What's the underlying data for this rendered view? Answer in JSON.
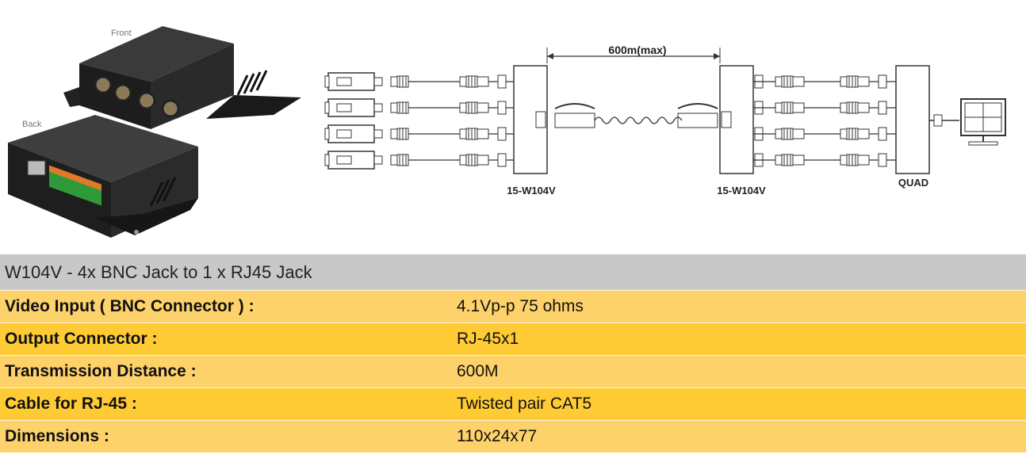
{
  "product_photo": {
    "front_label": "Front",
    "back_label": "Back"
  },
  "diagram": {
    "distance_label": "600m(max)",
    "left_unit_label": "15-W104V",
    "right_unit_label": "15-W104V",
    "quad_label": "QUAD",
    "cameras": 4
  },
  "specs": {
    "title": "W104V - 4x BNC Jack to 1 x RJ45 Jack",
    "rows": [
      {
        "label": "Video Input ( BNC Connector ) :",
        "value": "4.1Vp-p 75 ohms"
      },
      {
        "label": "Output Connector :",
        "value": "RJ-45x1"
      },
      {
        "label": "Transmission Distance :",
        "value": "600M"
      },
      {
        "label": "Cable for RJ-45 :",
        "value": "Twisted pair CAT5"
      },
      {
        "label": "Dimensions :",
        "value": "110x24x77"
      }
    ]
  }
}
